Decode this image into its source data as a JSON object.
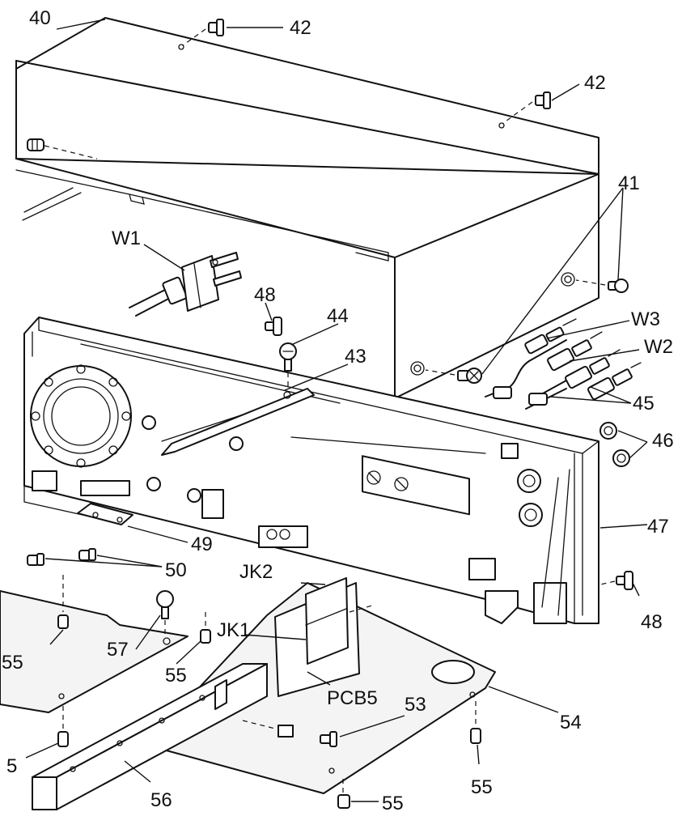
{
  "labels": {
    "p40": "40",
    "p42a": "42",
    "p42b": "42",
    "p41": "41",
    "w1": "W1",
    "p48a": "48",
    "p44": "44",
    "p43": "43",
    "w3": "W3",
    "w2": "W2",
    "p45": "45",
    "p46": "46",
    "p47": "47",
    "p49": "49",
    "p50": "50",
    "jk2": "JK2",
    "jk1": "JK1",
    "p48b": "48",
    "p55a": "55",
    "p57": "57",
    "p55b": "55",
    "pcb5": "PCB5",
    "p53": "53",
    "p54": "54",
    "p5": "5",
    "p55c": "55",
    "p56": "56",
    "p55d": "55"
  }
}
